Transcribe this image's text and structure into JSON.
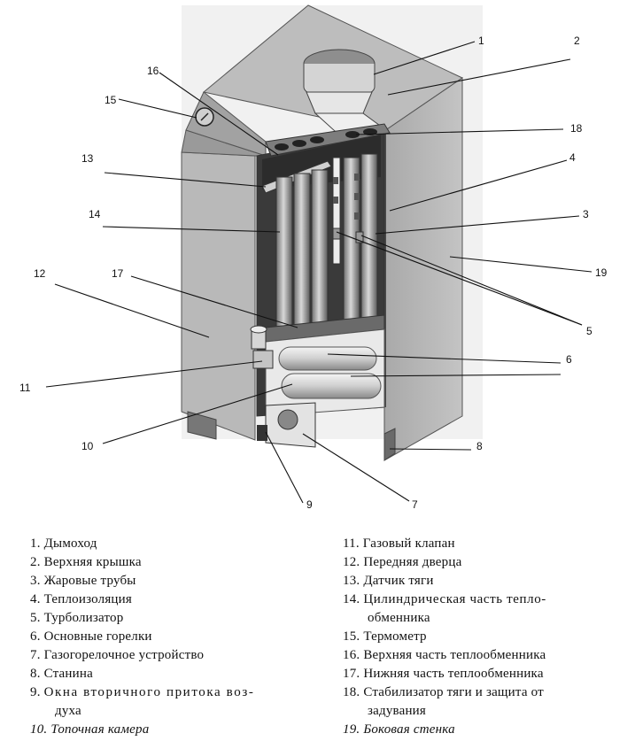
{
  "callouts": [
    "1",
    "2",
    "3",
    "4",
    "5",
    "6",
    "7",
    "8",
    "9",
    "10",
    "11",
    "12",
    "13",
    "14",
    "15",
    "16",
    "17",
    "18",
    "19"
  ],
  "legend_left": [
    {
      "num": "1.",
      "text": "Дымоход"
    },
    {
      "num": "2.",
      "text": "Верхняя крышка"
    },
    {
      "num": "3.",
      "text": "Жаровые трубы"
    },
    {
      "num": "4.",
      "text": "Теплоизоляция"
    },
    {
      "num": "5.",
      "text": "Турболизатор"
    },
    {
      "num": "6.",
      "text": "Основные горелки"
    },
    {
      "num": "7.",
      "text": "Газогорелочное устройство"
    },
    {
      "num": "8.",
      "text": "Станина"
    },
    {
      "num": "9.",
      "text": "Окна вторичного притока воз-",
      "cont": "духа"
    },
    {
      "num": "10.",
      "text": "Топочная камера"
    }
  ],
  "legend_right": [
    {
      "num": "11.",
      "text": "Газовый клапан"
    },
    {
      "num": "12.",
      "text": "Передняя дверца"
    },
    {
      "num": "13.",
      "text": "Датчик тяги"
    },
    {
      "num": "14.",
      "text": "Цилиндрическая часть тепло-",
      "cont": "обменника"
    },
    {
      "num": "15.",
      "text": "Термометр"
    },
    {
      "num": "16.",
      "text": "Верхняя часть теплообменника"
    },
    {
      "num": "17.",
      "text": "Нижняя часть теплообменника"
    },
    {
      "num": "18.",
      "text": "Стабилизатор тяги и защита от",
      "cont": "задувания"
    },
    {
      "num": "19.",
      "text": "Боковая стенка"
    }
  ]
}
